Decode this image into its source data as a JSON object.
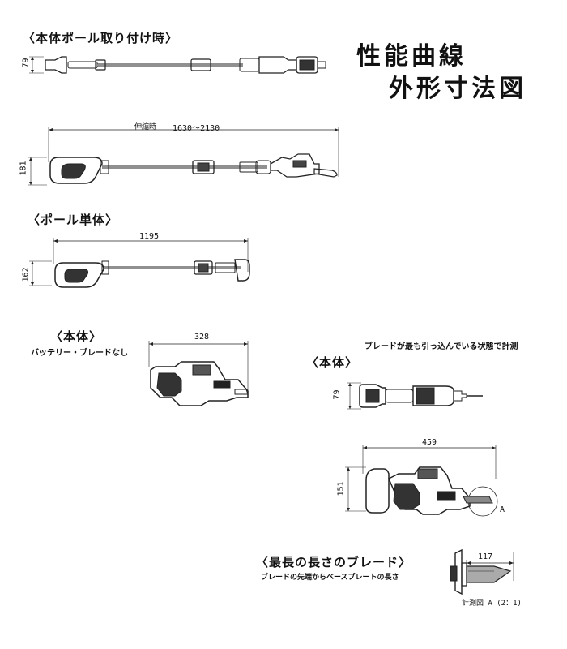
{
  "headings": {
    "title_line1": "性能曲線",
    "title_line2": "外形寸法図",
    "pole_mounted": "〈本体ポール取り付け時〉",
    "pole_only": "〈ポール単体〉",
    "body_side": "〈本体〉",
    "body_top": "〈本体〉",
    "longest_blade": "〈最長の長さのブレード〉"
  },
  "notes": {
    "no_battery_blade": "バッテリー・ブレードなし",
    "blade_measure": "ブレードが最も引っ込んでいる状態で計測",
    "blade_length": "ブレードの先端からベースプレートの長さ",
    "detail_view": "計測図 A (2：1)",
    "detail_marker": "A"
  },
  "dimensions": {
    "pole_mounted_height": "79",
    "telescopic_label": "伸縮時",
    "telescopic_range": "1630～2130",
    "extended_height": "181",
    "pole_length": "1195",
    "pole_height": "162",
    "body_length_no_blade": "328",
    "body_top_width": "79",
    "body_length": "459",
    "body_height": "151",
    "blade_length": "117"
  }
}
